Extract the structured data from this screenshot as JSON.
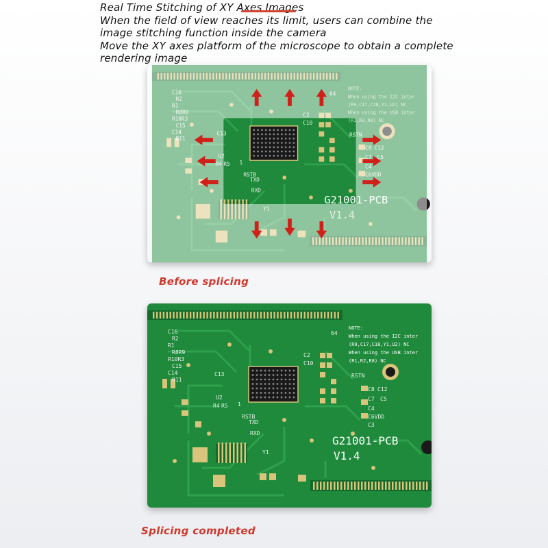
{
  "header": {
    "lines": [
      "Real Time Stitching of XY Axes Images",
      "When the field of view reaches its limit, users can combine the",
      "image stitching function inside the camera",
      "Move the XY axes platform of the microscope to obtain a complete",
      "rendering image"
    ]
  },
  "before": {
    "caption": "Before splicing",
    "board_title": "G21001-PCB",
    "board_version": "V1.4",
    "note_lines": [
      "NOTE:",
      "When using the I2C inter",
      "(R9,C17,C18,Y1,U2) NC",
      "When using the USB inter",
      "(R1,R2,R8) NC"
    ]
  },
  "after": {
    "caption": "Splicing completed",
    "board_title": "G21001-PCB",
    "board_version": "V1.4",
    "note_lines": [
      "NOTE:",
      "When using the I2C inter",
      "(R9,C17,C18,Y1,U2) NC",
      "When using the USB inter",
      "(R1,R2,R8) NC"
    ]
  },
  "silkscreen": {
    "left_labels": [
      "C16",
      "R2",
      "R1",
      "R8R9",
      "R10R3",
      "C15",
      "C14",
      "R11"
    ],
    "mid_labels": [
      "C13",
      "U2",
      "R4",
      "R5",
      "RSTB",
      "TXD",
      "RXD",
      "Y1"
    ],
    "chip_labels": [
      "C2",
      "C10"
    ],
    "right_labels": [
      "RSTN",
      "C8",
      "C12",
      "C7",
      "C5",
      "C4",
      "C6VDD",
      "C3"
    ],
    "pin_labels": [
      "64",
      "1"
    ]
  },
  "colors": {
    "pcb_green": "#1f8a3c",
    "pcb_dark": "#136b2b",
    "trace": "#2ea14c",
    "pad_gold": "#d8c47a",
    "silk": "#e8f2ea",
    "arrow_red": "#d0201a",
    "caption_red": "#d0382c"
  },
  "icons": [
    "arrow-up-icon",
    "arrow-down-icon",
    "arrow-left-icon",
    "arrow-right-icon"
  ]
}
